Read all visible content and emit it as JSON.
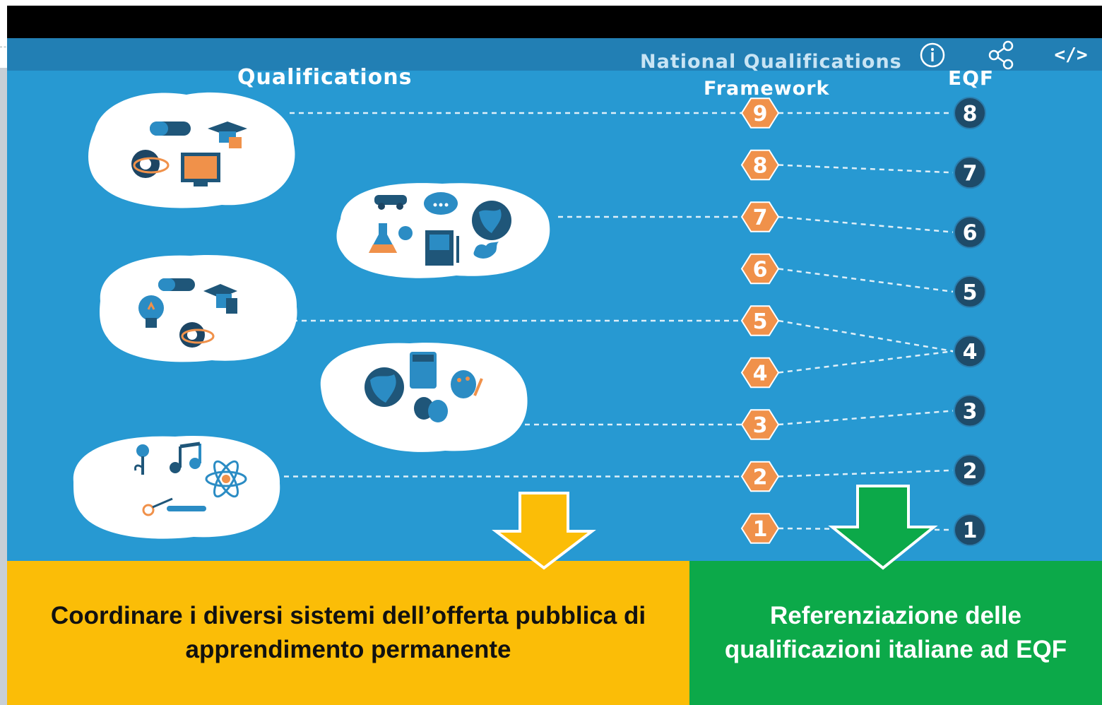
{
  "headers": {
    "qualifications": "Qualifications",
    "nqf_line1": "National Qualifications",
    "nqf_line2": "Framework",
    "eqf": "EQF"
  },
  "controls": [
    {
      "icon": "info-icon"
    },
    {
      "icon": "share-icon"
    },
    {
      "icon": "embed-code-icon",
      "label": "</>"
    }
  ],
  "nqf_levels": [
    "9",
    "8",
    "7",
    "6",
    "5",
    "4",
    "3",
    "2",
    "1"
  ],
  "eqf_levels": [
    "8",
    "7",
    "6",
    "5",
    "4",
    "3",
    "2",
    "1"
  ],
  "mapping": [
    {
      "nqf": "9",
      "eqf": "8"
    },
    {
      "nqf": "8",
      "eqf": "7"
    },
    {
      "nqf": "7",
      "eqf": "6"
    },
    {
      "nqf": "6",
      "eqf": "5"
    },
    {
      "nqf": "5",
      "eqf": "4"
    },
    {
      "nqf": "4",
      "eqf": "4"
    },
    {
      "nqf": "3",
      "eqf": "3"
    },
    {
      "nqf": "2",
      "eqf": "2"
    },
    {
      "nqf": "1",
      "eqf": "1"
    }
  ],
  "cloud_links": [
    {
      "cloud": "cloud-1",
      "nqf": "9"
    },
    {
      "cloud": "cloud-2",
      "nqf": "7"
    },
    {
      "cloud": "cloud-3",
      "nqf": "5"
    },
    {
      "cloud": "cloud-4",
      "nqf": "3"
    },
    {
      "cloud": "cloud-5",
      "nqf": "2"
    }
  ],
  "colors": {
    "background": "#2799d2",
    "hexagon": "#f0914a",
    "eqf_circle": "#1e4b69",
    "panel_left": "#fbbd07",
    "panel_right": "#0ca949"
  },
  "panels": {
    "left": "Coordinare i diversi sistemi dell’offerta pubblica di apprendimento permanente",
    "right": "Referenziazione delle qualificazioni italiane ad EQF"
  }
}
